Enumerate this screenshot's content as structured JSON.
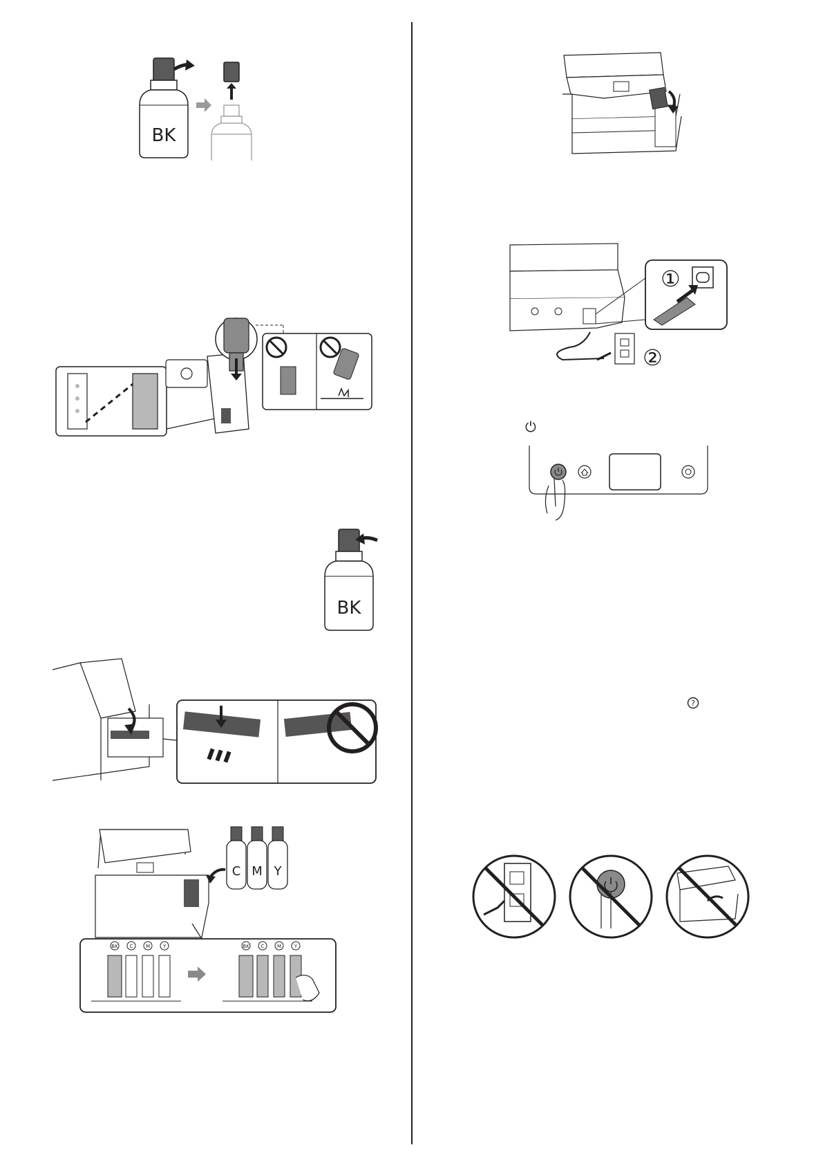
{
  "page": {
    "ink_color": "#231f20",
    "gray_ink": "#8a8a8a",
    "tank_fill": "#b8b8b8"
  },
  "left_column": {
    "fig_bottle_open": {
      "bottle_label": "BK",
      "icons": [
        "bottle-icon",
        "arrow-right-icon",
        "cap-icon"
      ]
    },
    "fig_refill_tank": {
      "icons": [
        "bottle-icon",
        "prohibited-icon"
      ]
    },
    "fig_bottle_close": {
      "bottle_label": "BK"
    },
    "fig_close_cap": {
      "icons": [
        "prohibited-icon"
      ]
    },
    "fig_color_bottles": {
      "bottle_labels": [
        "C",
        "M",
        "Y"
      ],
      "tank_badges": [
        "BK",
        "C",
        "M",
        "Y"
      ]
    }
  },
  "right_column": {
    "fig_power_cord": {
      "step_numbers": [
        "①",
        "②"
      ]
    },
    "power_symbol": "⏻",
    "help_symbol": "?",
    "fig_prohibited_actions": {
      "icons": [
        "unplug-prohibited-icon",
        "power-button-prohibited-icon",
        "open-scanner-prohibited-icon"
      ]
    }
  }
}
